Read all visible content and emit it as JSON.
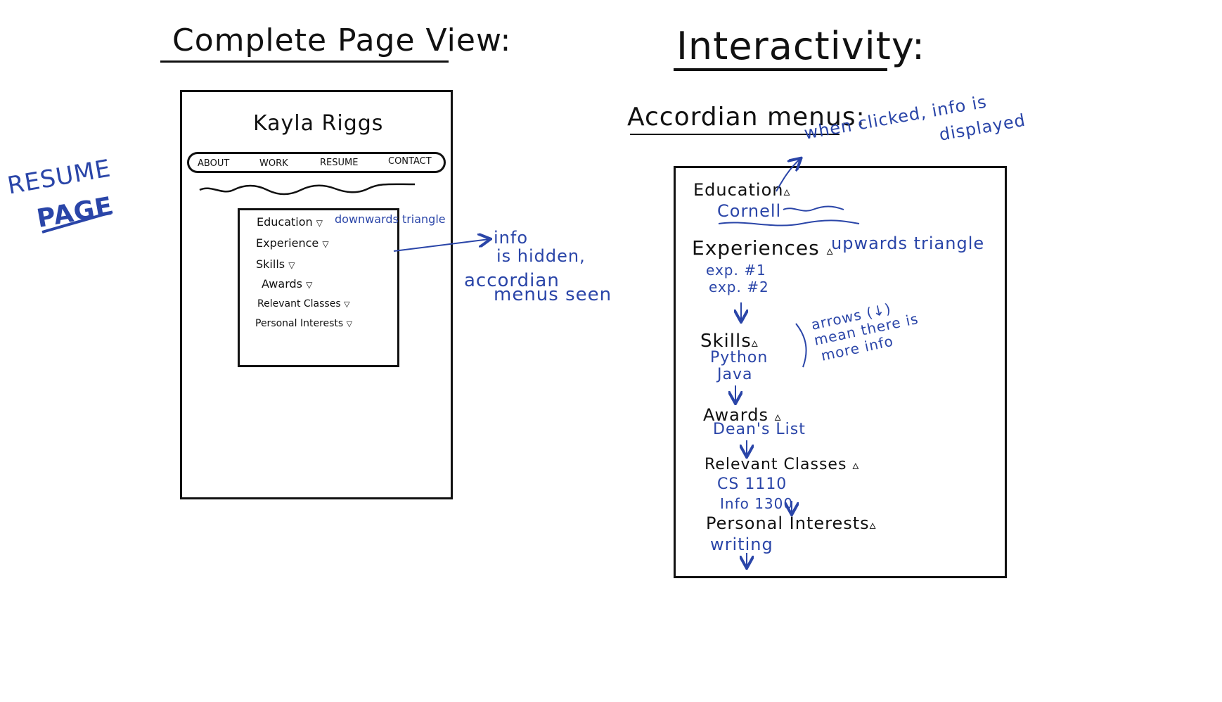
{
  "left": {
    "heading": "Complete Page View:",
    "side_label": [
      "RESUME",
      "PAGE"
    ],
    "mockup": {
      "name": "Kayla Riggs",
      "nav": [
        "ABOUT",
        "WORK",
        "RESUME",
        "CONTACT"
      ],
      "menu_items": [
        {
          "label": "Education",
          "tri": "▽"
        },
        {
          "label": "Experience",
          "tri": "▽"
        },
        {
          "label": "Skills",
          "tri": "▽"
        },
        {
          "label": "Awards",
          "tri": "▽"
        },
        {
          "label": "Relevant Classes",
          "tri": "▽"
        },
        {
          "label": "Personal Interests",
          "tri": "▽"
        }
      ],
      "tri_note": "downwards triangle"
    },
    "note": [
      "info",
      "is hidden,",
      "accordian",
      "menus seen"
    ]
  },
  "right": {
    "heading": "Interactivity:",
    "subheading": "Accordian menus:",
    "click_note": [
      "when clicked, info is",
      "displayed"
    ],
    "arrows_note": [
      "arrows (↓)",
      "mean there is",
      "more info"
    ],
    "sections": [
      {
        "title": "Education",
        "tri": "▵",
        "items": [
          "Cornell"
        ]
      },
      {
        "title": "Experiences",
        "tri": "▵",
        "note": "upwards triangle",
        "items": [
          "exp. #1",
          "exp. #2"
        ]
      },
      {
        "title": "Skills",
        "tri": "▵",
        "items": [
          "Python",
          "Java"
        ]
      },
      {
        "title": "Awards",
        "tri": "▵",
        "items": [
          "Dean's List"
        ]
      },
      {
        "title": "Relevant Classes",
        "tri": "▵",
        "items": [
          "CS 1110",
          "Info 1300"
        ]
      },
      {
        "title": "Personal Interests",
        "tri": "▵",
        "items": [
          "writing"
        ]
      }
    ]
  },
  "colors": {
    "ink": "#111111",
    "blue_ink": "#2a45a8"
  }
}
